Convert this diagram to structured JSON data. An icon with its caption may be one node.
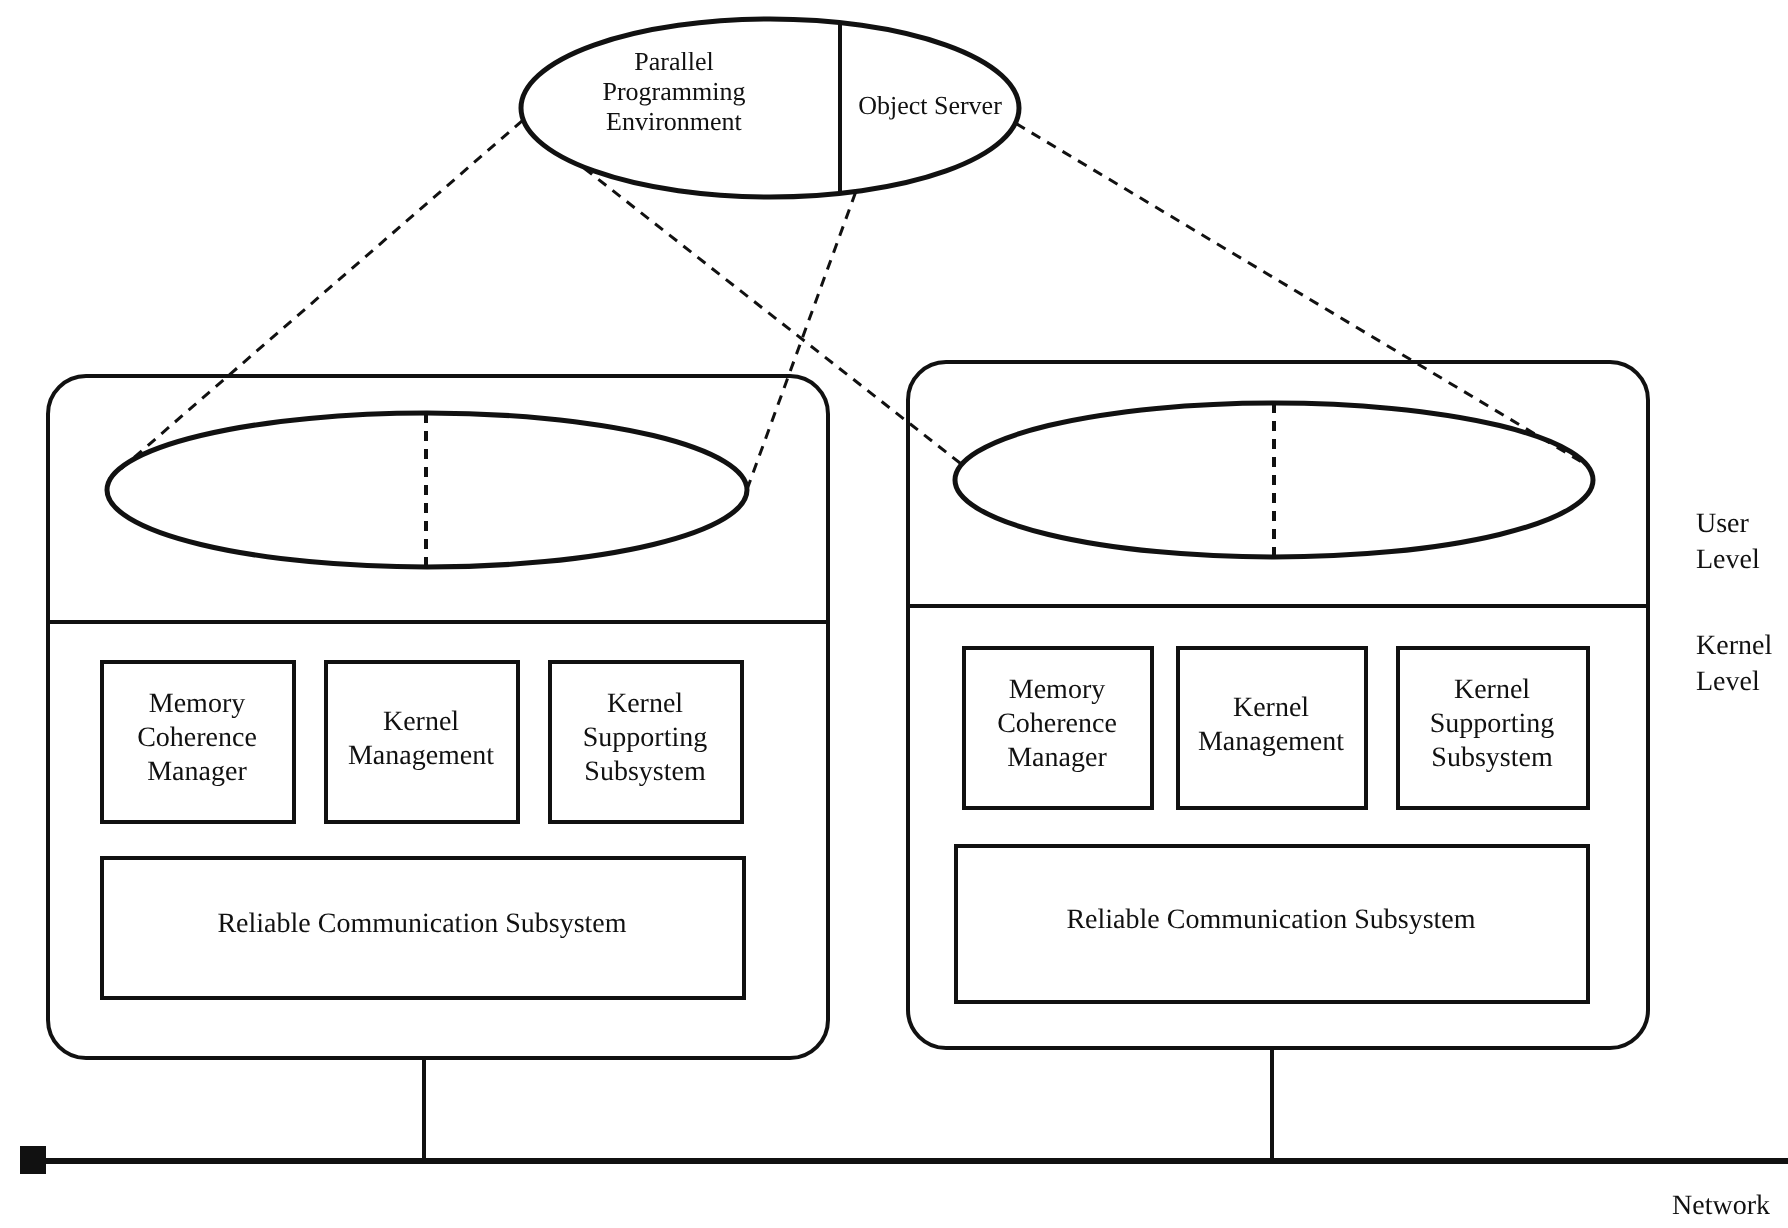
{
  "diagram": {
    "nodes": [
      {
        "text": [
          "Parallel Programming Environment",
          "Object Server"
        ]
      },
      {
        "text": [],
        "shape": "box"
      },
      {
        "text": [],
        "shape": "ellipse",
        "in": 1
      },
      {
        "text": [
          "Memory Coherence Manager"
        ],
        "in": 1
      },
      {
        "text": [
          "Kernel Management"
        ],
        "in": 1
      },
      {
        "text": [
          "Kernel Supporting Subsystem"
        ],
        "in": 1
      },
      {
        "text": [
          "Reliable Communication Subsystem"
        ],
        "in": 1
      },
      {
        "text": [],
        "shape": "box"
      },
      {
        "text": [],
        "shape": "ellipse",
        "in": 7
      },
      {
        "text": [
          "Memory Coherence Manager"
        ],
        "in": 7
      },
      {
        "text": [
          "Kernel Management"
        ],
        "in": 7
      },
      {
        "text": [
          "Kernel Supporting Subsystem"
        ],
        "in": 7
      },
      {
        "text": [
          "Reliable Communication Subsystem"
        ],
        "in": 7
      },
      {
        "text": [],
        "shape": "bar",
        "beside": [
          "Network"
        ]
      }
    ],
    "edges": [
      {
        "from": 0,
        "to": 2,
        "arrow": "none",
        "style": "dashed"
      },
      {
        "from": 0,
        "to": 8,
        "arrow": "none",
        "style": "dashed"
      },
      {
        "from": 0,
        "to": 2,
        "arrow": "none",
        "style": "dashed"
      },
      {
        "from": 0,
        "to": 8,
        "arrow": "none",
        "style": "dashed"
      },
      {
        "from": 1,
        "to": 13,
        "arrow": "none"
      },
      {
        "from": 7,
        "to": 13,
        "arrow": "none"
      }
    ],
    "labels": [
      "User Level",
      "Kernel Level"
    ]
  }
}
